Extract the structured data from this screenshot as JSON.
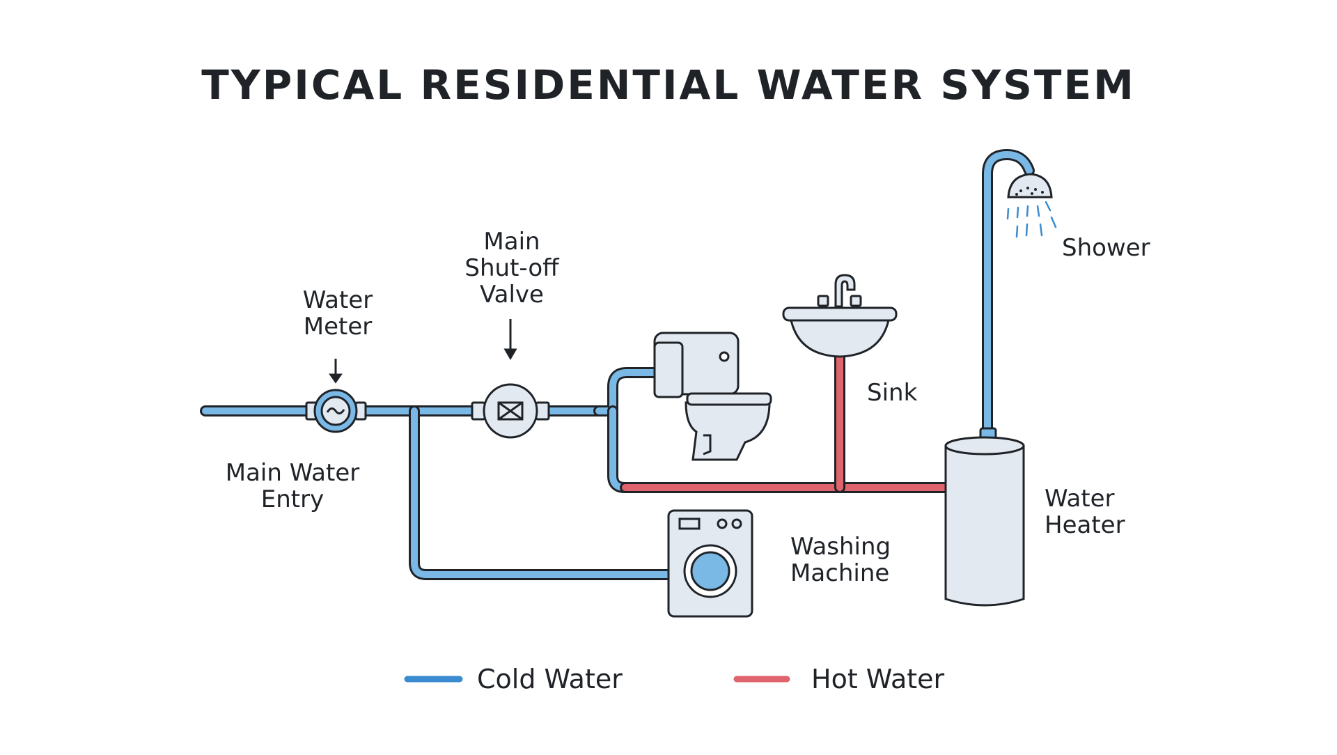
{
  "title": "TYPICAL RESIDENTIAL WATER SYSTEM",
  "labels": {
    "main_water_entry": "Main Water Entry",
    "water_meter": "Water Meter",
    "main_shutoff_valve": "Main Shut-off Valve",
    "sink": "Sink",
    "shower": "Shower",
    "water_heater": "Water Heater",
    "washing_machine": "Washing Machine"
  },
  "legend": {
    "cold": "Cold Water",
    "hot": "Hot Water"
  },
  "colors": {
    "cold_pipe": "#7ab8e6",
    "hot_pipe": "#e0646e",
    "outline": "#1f2328",
    "fixture_fill": "#e3e9f1",
    "legend_cold": "#3a8bd0",
    "legend_hot": "#e0646e"
  },
  "icons": [
    "water-meter-icon",
    "shutoff-valve-icon",
    "toilet-icon",
    "sink-icon",
    "shower-head-icon",
    "water-heater-icon",
    "washing-machine-icon"
  ]
}
